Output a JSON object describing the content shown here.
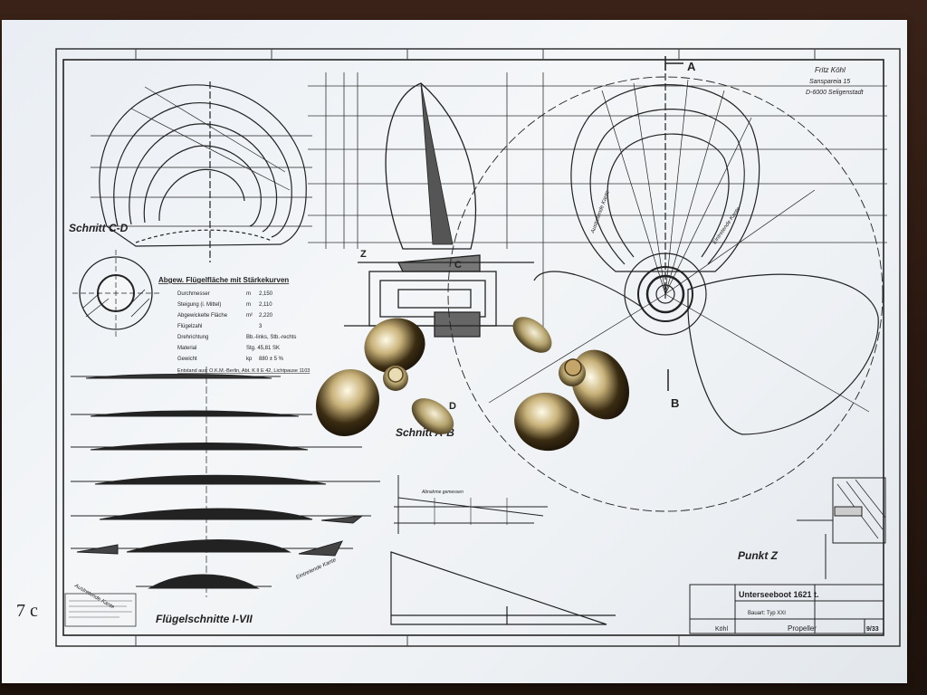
{
  "page_number": "7 c",
  "drawing": {
    "owner_block": [
      "Fritz Köhl",
      "Sanspareia 15",
      "D-6000 Seligenstadt"
    ],
    "labels": {
      "section_cd": "Schnitt C-D",
      "section_ab": "Schnitt A-B",
      "blade_sections": "Flügelschnitte I-VII",
      "point_z": "Punkt Z",
      "arrow_a": "A",
      "arrow_b": "B",
      "arrow_c": "C",
      "arrow_d": "D",
      "arrow_z": "Z"
    },
    "spec_table": {
      "title": "Abgew. Flügelfläche mit Stärkekurven",
      "rows": [
        {
          "name": "Durchmesser",
          "unit": "m",
          "value": "2,150"
        },
        {
          "name": "Steigung (i. Mittel)",
          "unit": "m",
          "value": "2,110"
        },
        {
          "name": "Abgewickelte Fläche",
          "unit": "m²",
          "value": "2,220"
        },
        {
          "name": "Flügelzahl",
          "unit": "",
          "value": "3"
        },
        {
          "name": "Drehrichtung",
          "unit": "",
          "value": "Bb.-links, Stb.-rechts"
        },
        {
          "name": "Material",
          "unit": "",
          "value": "Stg. 45,81 SK"
        },
        {
          "name": "Gewicht",
          "unit": "kp",
          "value": "880 ± 5 %"
        }
      ],
      "footnote": "Entstand aus: O.K.M.-Berlin, Abt. K II E 42, Lichtpause 1103"
    },
    "title_block": {
      "project": "Unterseeboot 1621 t.",
      "type_line": "Bauart: Typ XXI",
      "drawn_by": "Köhl",
      "part": "Propeller",
      "sheet_no": "9/33"
    },
    "notes": {
      "pitch_note": "Abnahme gemessen",
      "edge_left": "Austretende Kante",
      "edge_right": "Eintretende Kante"
    }
  }
}
